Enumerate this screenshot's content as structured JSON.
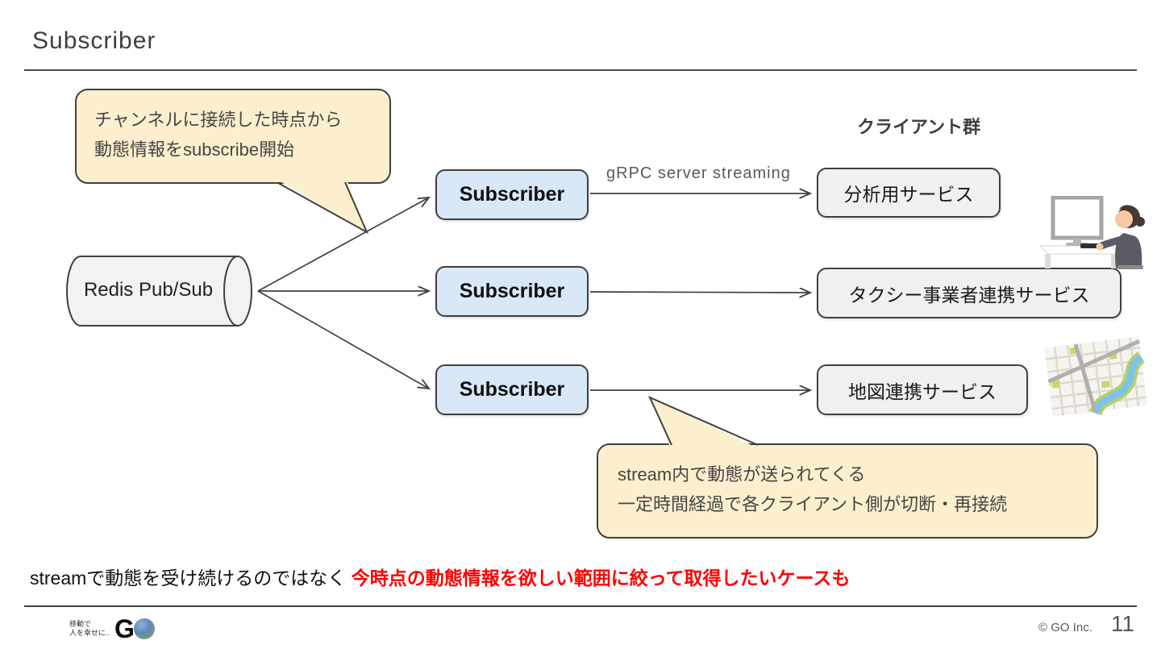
{
  "slide": {
    "title": "Subscriber",
    "page_number": "11",
    "copyright": "© GO Inc.",
    "logo": {
      "tagline_line1": "移動で",
      "tagline_line2": "人を幸せに..",
      "brand_letter": "G"
    }
  },
  "bubbles": {
    "top": {
      "line1": "チャンネルに接続した時点から",
      "line2": "動態情報をsubscribe開始"
    },
    "bottom": {
      "line1": "stream内で動態が送られてくる",
      "line2": "一定時間経過で各クライアント側が切断・再接続"
    }
  },
  "diagram": {
    "source": {
      "label": "Redis Pub/Sub"
    },
    "subscribers": {
      "0": "Subscriber",
      "1": "Subscriber",
      "2": "Subscriber"
    },
    "clients_header": "クライアント群",
    "clients": {
      "0": "分析用サービス",
      "1": "タクシー事業者連携サービス",
      "2": "地図連携サービス"
    },
    "edge_label": "gRPC server streaming"
  },
  "footnote": {
    "normal": "streamで動態を受け続けるのではなく ",
    "highlight": "今時点の動態情報を欲しい範囲に絞って取得したいケースも"
  },
  "colors": {
    "bubble_fill": "#fcefcd",
    "subscriber_fill": "#d9e8f6",
    "client_fill": "#f0f0f0",
    "stroke": "#404040",
    "highlight_red": "#ff0000"
  },
  "icons": {
    "right_of_client_0": "person-at-computer-icon",
    "right_of_client_2": "city-map-icon"
  }
}
